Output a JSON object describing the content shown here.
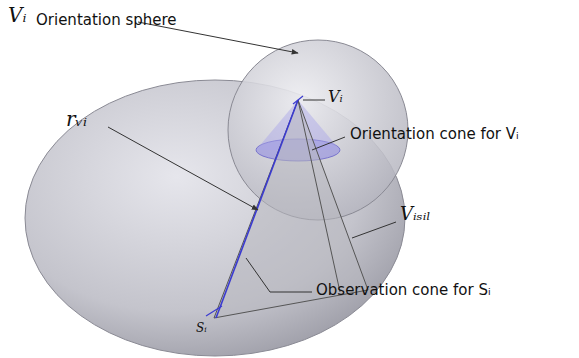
{
  "diagram": {
    "labels": [
      "Vᵢ",
      "Orientation sphere",
      "Vᵢ",
      "Orientation cone for Vᵢ",
      "rᵥᵢ",
      "Vᵢₛᵢₗ",
      "Sᵢ",
      "Observation cone for Sᵢ"
    ]
  }
}
